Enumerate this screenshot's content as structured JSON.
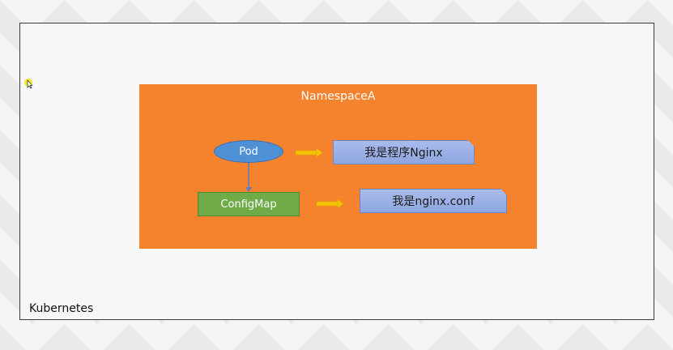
{
  "frame": {
    "label": "Kubernetes"
  },
  "namespace": {
    "title": "NamespaceA",
    "color": "#f5832e"
  },
  "nodes": {
    "pod": "Pod",
    "configmap": "ConfigMap"
  },
  "notes": {
    "pod_note": "我是程序Nginx",
    "configmap_note": "我是nginx.conf"
  },
  "colors": {
    "pod": "#4f8fd6",
    "configmap": "#6fab46",
    "note": "#9aaee6",
    "arrow": "#f5c400"
  }
}
